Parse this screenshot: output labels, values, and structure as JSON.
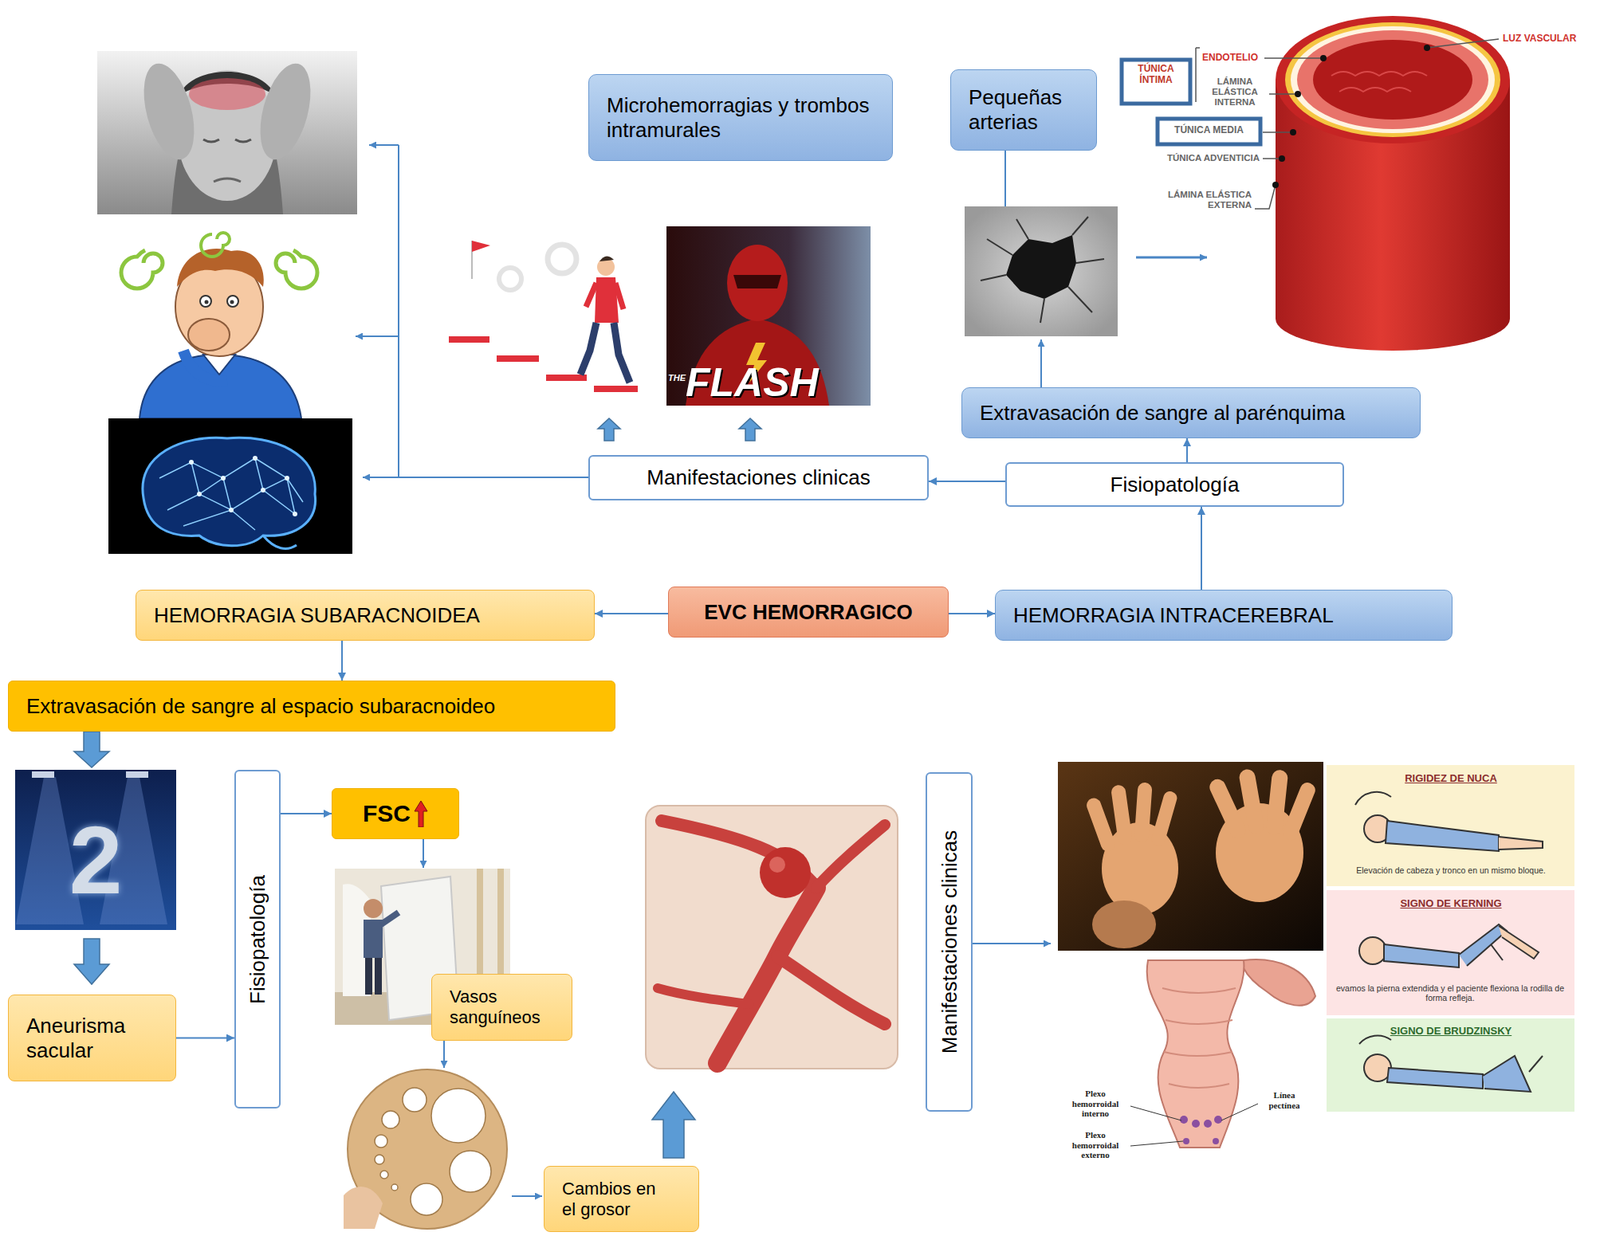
{
  "diagram": {
    "nodes": [
      {
        "text": [
          "Microhemorragias y trombos intramurales"
        ]
      },
      {
        "text": [
          "Pequeñas arterias"
        ]
      },
      {
        "text": [
          "Extravasación de sangre al parénquima"
        ]
      },
      {
        "text": [
          "Manifestaciones clinicas"
        ]
      },
      {
        "text": [
          "Fisiopatología"
        ]
      },
      {
        "text": [
          "HEMORRAGIA SUBARACNOIDEA"
        ]
      },
      {
        "text": [
          "EVC HEMORRAGICO"
        ]
      },
      {
        "text": [
          "HEMORRAGIA INTRACEREBRAL"
        ]
      },
      {
        "text": [
          "Extravasación de sangre al espacio subaracnoideo"
        ]
      },
      {
        "text": [
          "Fisiopatología"
        ]
      },
      {
        "text": [
          "FSC"
        ]
      },
      {
        "text": [
          "Manifestaciones clinicas"
        ]
      },
      {
        "text": [
          "Vasos sanguíneos"
        ]
      },
      {
        "text": [
          "Aneurisma sacular"
        ]
      },
      {
        "text": [
          "Cambios en el grosor"
        ]
      }
    ],
    "edges": [
      {
        "from": 6,
        "to": 5,
        "arrow": "to"
      },
      {
        "from": 6,
        "to": 7,
        "arrow": "to"
      },
      {
        "from": 7,
        "to": 4,
        "arrow": "to"
      },
      {
        "from": 4,
        "to": 2,
        "arrow": "to"
      },
      {
        "from": 4,
        "to": 3,
        "arrow": "to"
      },
      {
        "from": 5,
        "to": 8,
        "arrow": "to"
      },
      {
        "from": 13,
        "to": 9,
        "arrow": "to"
      },
      {
        "from": 9,
        "to": 10,
        "arrow": "to"
      }
    ],
    "labels": [
      "ENDOTELIO",
      "TÚNICA ÍNTIMA",
      "LÁMINA ELÁSTICA INTERNA",
      "TÚNICA MEDIA",
      "TÚNICA ADVENTICIA",
      "LÁMINA ELÁSTICA EXTERNA",
      "LUZ VASCULAR",
      "THE",
      "FLASH",
      "2",
      "RIGIDEZ DE NUCA",
      "Elevación de cabeza y tronco en un mismo bloque.",
      "SIGNO DE KERNING",
      "evamos la pierna extendida y el paciente flexiona la rodilla de forma refleja.",
      "SIGNO DE BRUDZINSKY",
      "Plexo hemorroidal interno",
      "Línea pectínea",
      "Plexo hemorroidal externo"
    ]
  }
}
